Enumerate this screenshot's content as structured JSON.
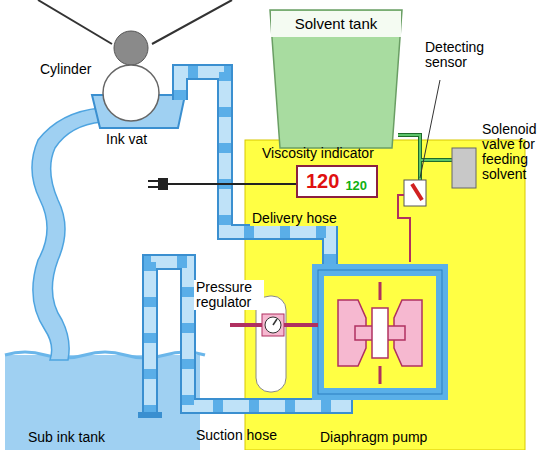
{
  "diagram": {
    "nodes": [
      {
        "text": [
          "Solvent tank"
        ]
      },
      {
        "text": [
          "120",
          "120"
        ]
      }
    ],
    "labels": [
      "Cylinder",
      "Ink vat",
      "Detecting sensor",
      "Solenoid valve for feeding solvent",
      "Viscosity indicator",
      "Delivery hose",
      "Pressure regulator",
      "Suction hose",
      "Sub ink tank",
      "Diaphragm pump"
    ]
  }
}
